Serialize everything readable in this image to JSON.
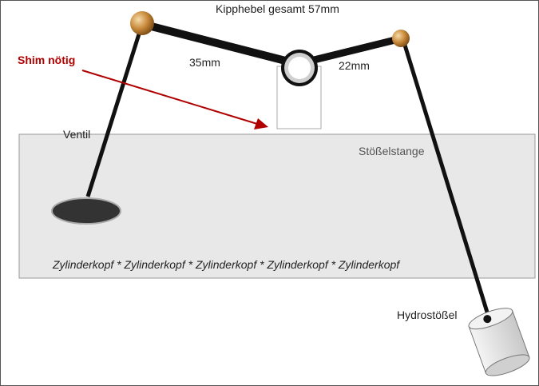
{
  "labels": {
    "title": "Kipphebel  gesamt 57mm",
    "left_length": "35mm",
    "right_length": "22mm",
    "shim_note": "Shim nötig",
    "valve": "Ventil",
    "pushrod": "Stößelstange",
    "cylinder_head": "Zylinderkopf * Zylinderkopf * Zylinderkopf * Zylinderkopf * Zylinderkopf",
    "lifter": "Hydrostößel"
  },
  "colors": {
    "arm": "#111111",
    "block_fill": "#e8e8e8",
    "block_stroke": "#999999",
    "arrow": "#b00000",
    "ball": "#c8893a",
    "valve_head": "#333333",
    "lifter_fill": "#dcdcdc"
  }
}
